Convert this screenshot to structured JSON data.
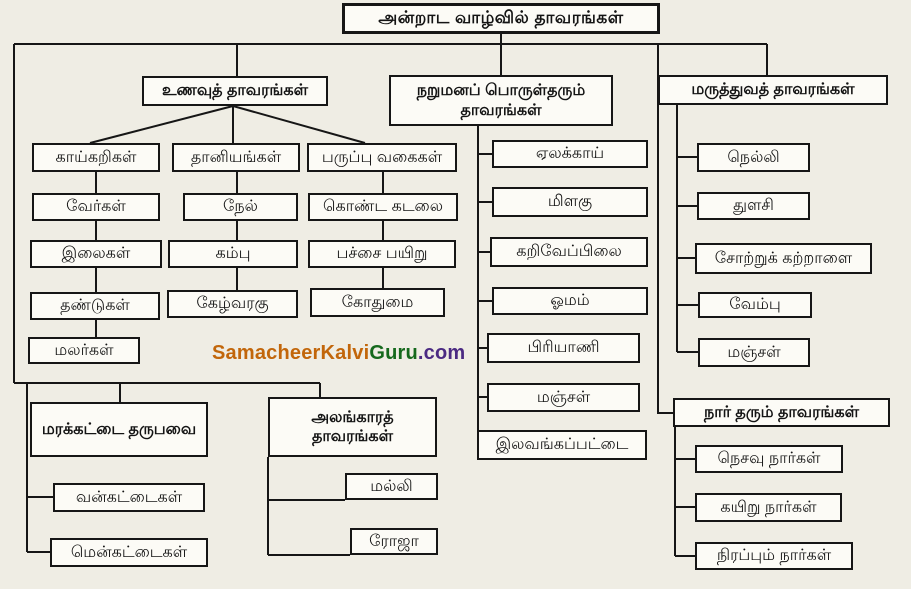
{
  "title": "அன்றாட வாழ்வில் தாவரங்கள்",
  "watermark": {
    "parts": [
      {
        "text": "SamacheerKalvi",
        "color": "#c2660a"
      },
      {
        "text": "Guru",
        "color": "#15691c"
      },
      {
        "text": ".com",
        "color": "#4b2a82"
      }
    ]
  },
  "colors": {
    "background": "#efede4",
    "box_fill": "#fcfbf6",
    "line": "#161616"
  },
  "groups": {
    "food": {
      "label": "உணவுத் தாவரங்கள்",
      "subgroups": [
        {
          "label": "காய்கறிகள்",
          "items": [
            "வேர்கள்",
            "இலைகள்",
            "தண்டுகள்",
            "மலர்கள்"
          ]
        },
        {
          "label": "தானியங்கள்",
          "items": [
            "நேல்",
            "கம்பு",
            "கேழ்வரகு"
          ]
        },
        {
          "label": "பருப்பு வகைகள்",
          "items": [
            "கொண்ட கடலை",
            "பச்சை பயிறு",
            "கோதுமை"
          ]
        }
      ]
    },
    "aroma": {
      "label": "நறுமனப் பொருள்தரும் தாவரங்கள்",
      "items": [
        "ஏலக்காய்",
        "மிளகு",
        "கறிவேப்பிலை",
        "ஓமம்",
        "பிரியாணி",
        "மஞ்சள்",
        "இலவங்கப்பட்டை"
      ]
    },
    "medicinal": {
      "label": "மருத்துவத் தாவரங்கள்",
      "items": [
        "நெல்லி",
        "துளசி",
        "சோற்றுக் கற்றாளை",
        "வேம்பு",
        "மஞ்சள்"
      ]
    },
    "fiber": {
      "label": "நார் தரும் தாவரங்கள்",
      "items": [
        "நெசவு நார்கள்",
        "கயிறு நார்கள்",
        "நிரப்பும் நார்கள்"
      ]
    },
    "wood": {
      "label": "மரக்கட்டை தருபவை",
      "items": [
        "வன்கட்டைகள்",
        "மென்கட்டைகள்"
      ]
    },
    "ornamental": {
      "label": "அலங்காரத் தாவரங்கள்",
      "items": [
        "மல்லி",
        "ரோஜா"
      ]
    }
  }
}
